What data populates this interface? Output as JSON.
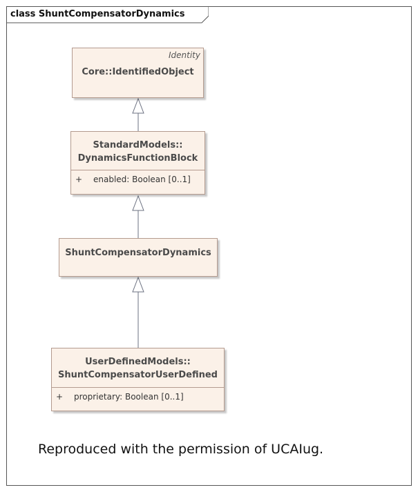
{
  "diagram": {
    "title": "class ShuntCompensatorDynamics",
    "classes": {
      "identified_object": {
        "stereotype": "Identity",
        "name": "Core::IdentifiedObject"
      },
      "dynamics_function_block": {
        "name_line1": "StandardModels::",
        "name_line2": "DynamicsFunctionBlock",
        "attributes": [
          {
            "visibility": "+",
            "text": "enabled: Boolean [0..1]"
          }
        ]
      },
      "shunt_compensator_dynamics": {
        "name": "ShuntCompensatorDynamics"
      },
      "shunt_compensator_user_defined": {
        "name_line1": "UserDefinedModels::",
        "name_line2": "ShuntCompensatorUserDefined",
        "attributes": [
          {
            "visibility": "+",
            "text": "proprietary: Boolean [0..1]"
          }
        ]
      }
    },
    "relationships": [
      {
        "type": "generalization",
        "from": "StandardModels::DynamicsFunctionBlock",
        "to": "Core::IdentifiedObject"
      },
      {
        "type": "generalization",
        "from": "ShuntCompensatorDynamics",
        "to": "StandardModels::DynamicsFunctionBlock"
      },
      {
        "type": "generalization",
        "from": "UserDefinedModels::ShuntCompensatorUserDefined",
        "to": "ShuntCompensatorDynamics"
      }
    ],
    "footnote": "Reproduced with the permission of UCAIug."
  }
}
